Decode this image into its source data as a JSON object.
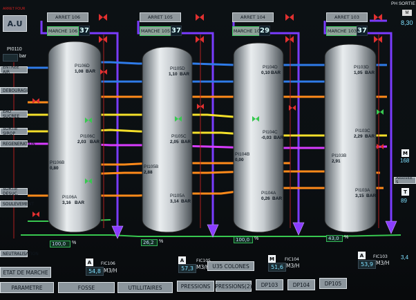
{
  "top_small_label": "ARRET FOUR",
  "au_label": "A.U",
  "ph_sortie_label": "PH SORTIE",
  "ph_value": "8,30",
  "percent_sign": "%",
  "bar_unit": "bar",
  "pi110_label": "PI0110",
  "side_labels": [
    "ENTREE AIR",
    "DEBOURAGE",
    "EAU SUCREE",
    "SORTIE SIROP",
    "REGENERATION"
  ],
  "side_labels_bottom": [
    "SORTIE DESUC.",
    "SOULEVEMENT",
    "NEUTRALISATION"
  ],
  "arrivee_label": "ARRIVEE S",
  "right_m": "M",
  "right_t": "T",
  "right_val1": "168",
  "right_val2": "89",
  "right_ph_bottom": "3,4",
  "columns": [
    {
      "arret": "ARRET 106",
      "marche": "MARCHE 106",
      "count": "37",
      "top_label": "PI106D",
      "top_val": "1,08",
      "mid_label": "PI106C",
      "mid_val": "2,03",
      "mid2_label": "PI106B",
      "mid2_val": "0,80",
      "bot_label": "PI106A",
      "bot_val": "3,16",
      "level": "100,0",
      "fic": "FIC106",
      "flow": "54,8",
      "flow_unit": "M3/H",
      "mode": "A"
    },
    {
      "arret": "ARRET 105",
      "marche": "MARCHE 105",
      "count": "37",
      "top_label": "PI105D",
      "top_val": "1,10",
      "mid_label": "PI105C",
      "mid_val": "2,05",
      "mid2_label": "PI105B",
      "mid2_val": "2,88",
      "bot_label": "PI105A",
      "bot_val": "3,14",
      "level": "26,2",
      "fic": "FIC105",
      "flow": "57,3",
      "flow_unit": "M3/H",
      "mode": "A"
    },
    {
      "arret": "ARRET 104",
      "marche": "MARCHE 104",
      "count": "29",
      "top_label": "PI104D",
      "top_val": "0,10",
      "mid_label": "PI104C",
      "mid_val": "-0,03",
      "mid2_label": "PI104B",
      "mid2_val": "0,00",
      "bot_label": "PI104A",
      "bot_val": "0,26",
      "level": "100,0",
      "fic": "FIC104",
      "flow": "51,6",
      "flow_unit": "M3/H",
      "mode": "M"
    },
    {
      "arret": "ARRET 103",
      "marche": "MARCHE 103",
      "count": "37",
      "top_label": "PI103D",
      "top_val": "1,05",
      "mid_label": "PI103C",
      "mid_val": "2,29",
      "mid2_label": "PI103B",
      "mid2_val": "2,91",
      "bot_label": "PI103A",
      "bot_val": "3,15",
      "level": "43,0",
      "fic": "FIC103",
      "flow": "53,9",
      "flow_unit": "M3/H",
      "mode": "A"
    }
  ],
  "bar_upper": "BAR",
  "u35_label": "U35 COLONES",
  "bottom_row1": [
    "ETAT DE MARCHE"
  ],
  "bottom_row2": [
    "PARAMETRE",
    "FOSSE",
    "UTILLITAIRES",
    "PRESSIONS",
    "PRESSIONS(2)",
    "DP103",
    "DP104",
    "DP105"
  ],
  "colors": {
    "pipe_blue": "#2f7be8",
    "pipe_orange": "#ff8a1a",
    "pipe_yellow": "#f4e02a",
    "pipe_magenta": "#d83cff",
    "pipe_violet": "#7a3cff",
    "pipe_green": "#38c850",
    "valve_red": "#e23030"
  }
}
